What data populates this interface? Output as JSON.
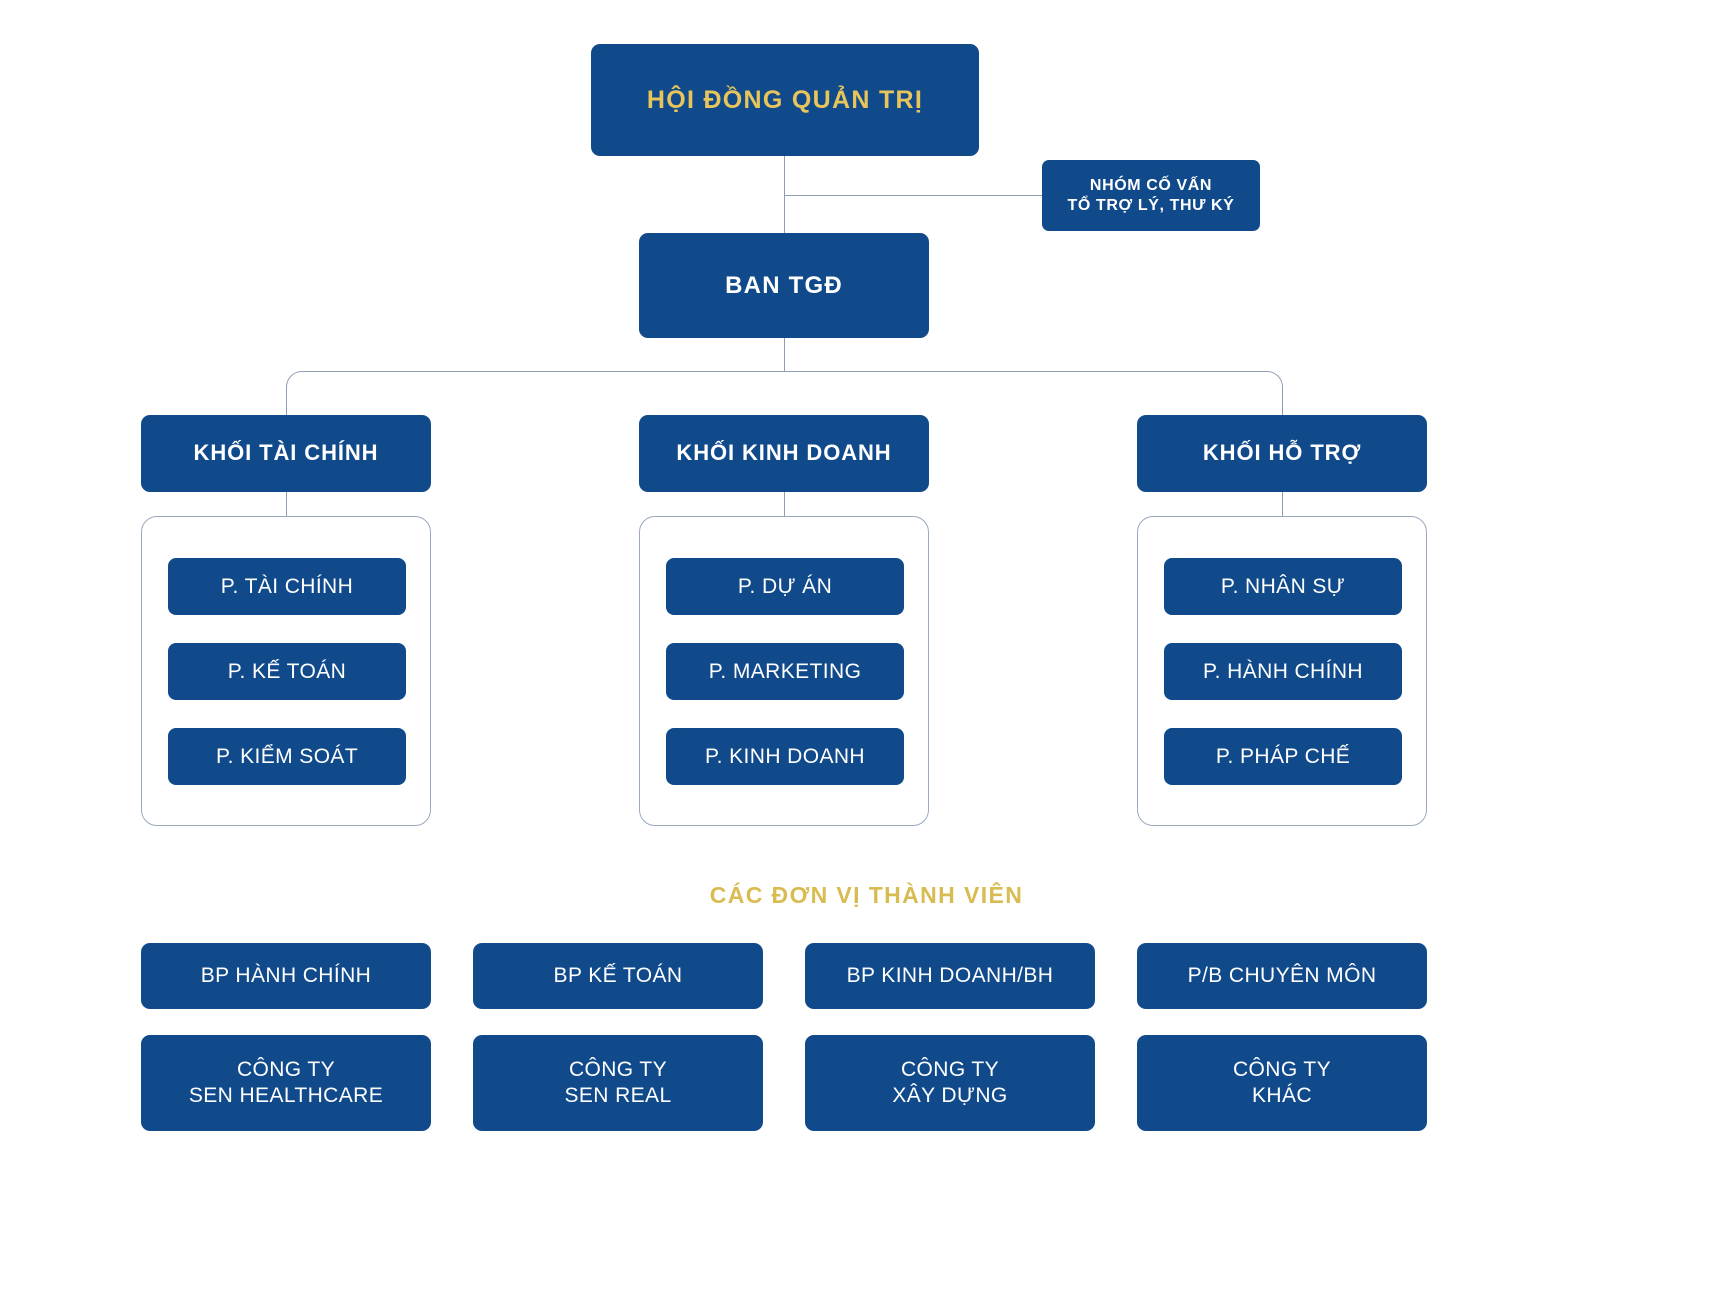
{
  "theme": {
    "box_fill": "#114a8b",
    "gold_text": "#e8c55a",
    "white_text": "#ffffff",
    "line_color": "#8fa0b6",
    "group_border": "#9aa9bd",
    "background": "#ffffff"
  },
  "board": {
    "label": "HỘI ĐỒNG QUẢN TRỊ"
  },
  "advisors": {
    "label": "NHÓM CỐ VẤN\nTỔ TRỢ LÝ, THƯ KÝ"
  },
  "ceo": {
    "label": "BAN TGĐ"
  },
  "divisions": [
    {
      "label": "KHỐI TÀI CHÍNH",
      "departments": [
        {
          "label": "P. TÀI CHÍNH"
        },
        {
          "label": "P. KẾ TOÁN"
        },
        {
          "label": "P. KIỂM SOÁT"
        }
      ]
    },
    {
      "label": "KHỐI KINH DOANH",
      "departments": [
        {
          "label": "P. DỰ ÁN"
        },
        {
          "label": "P. MARKETING"
        },
        {
          "label": "P. KINH DOANH"
        }
      ]
    },
    {
      "label": "KHỐI HỖ TRỢ",
      "departments": [
        {
          "label": "P. NHÂN SỰ"
        },
        {
          "label": "P. HÀNH CHÍNH"
        },
        {
          "label": "P. PHÁP CHẾ"
        }
      ]
    }
  ],
  "members": {
    "title": "CÁC ĐƠN VỊ THÀNH VIÊN",
    "row_departments": [
      {
        "label": "BP HÀNH CHÍNH"
      },
      {
        "label": "BP KẾ TOÁN"
      },
      {
        "label": "BP KINH DOANH/BH"
      },
      {
        "label": "P/B CHUYÊN MÔN"
      }
    ],
    "row_companies": [
      {
        "label": "CÔNG TY\nSEN HEALTHCARE"
      },
      {
        "label": "CÔNG TY\nSEN REAL"
      },
      {
        "label": "CÔNG TY\nXÂY DỰNG"
      },
      {
        "label": "CÔNG TY\nKHÁC"
      }
    ]
  }
}
